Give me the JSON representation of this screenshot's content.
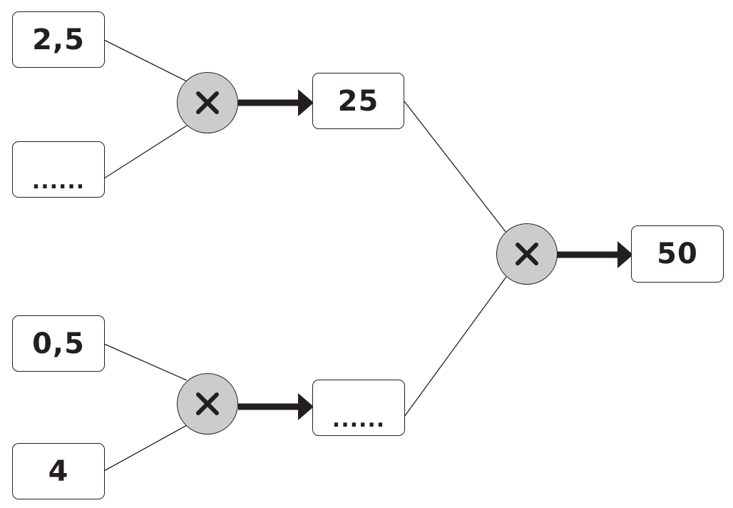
{
  "operator_symbol": "multiply",
  "colors": {
    "operator_fill": "#cccccc",
    "stroke": "#231f20"
  },
  "inputs": {
    "top_a": "2,5",
    "top_b": "......",
    "bottom_a": "0,5",
    "bottom_b": "4"
  },
  "intermediate": {
    "top_result": "25",
    "bottom_result": "......"
  },
  "final_result": "50"
}
